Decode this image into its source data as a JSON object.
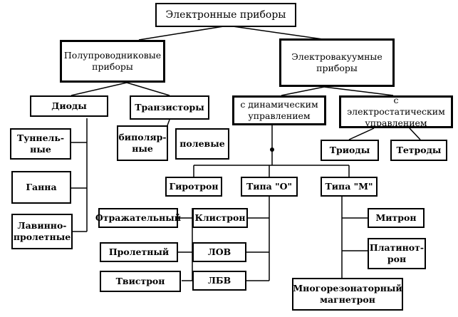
{
  "diagram": {
    "root": "Электронные приборы",
    "semiconductor": "Полупроводниковые\nприборы",
    "vacuum": "Электровакуумные\nприборы",
    "diodes": "Диоды",
    "transistors": "Транзисторы",
    "dynamic": "с динамическим\nуправлением",
    "electrostatic": "с электростатическим\nуправлением",
    "tunnel": "Туннель-\nные",
    "gunn": "Ганна",
    "avalanche": "Лавинно-\nпролетные",
    "bipolar": "биполяр-\nные",
    "field": "полевые",
    "triodes": "Триоды",
    "tetrodes": "Тетроды",
    "gyrotron": "Гиротрон",
    "type_o": "Типа \"О\"",
    "type_m": "Типа \"М\"",
    "reflex": "Отражательный",
    "transit": "Пролетный",
    "twistron": "Твистрон",
    "klystron": "Клистрон",
    "bwo": "ЛОВ",
    "twt": "ЛБВ",
    "mitron": "Митрон",
    "platinotron": "Платинот-\nрон",
    "magnetron": "Многорезонаторный\nмагнетрон"
  }
}
